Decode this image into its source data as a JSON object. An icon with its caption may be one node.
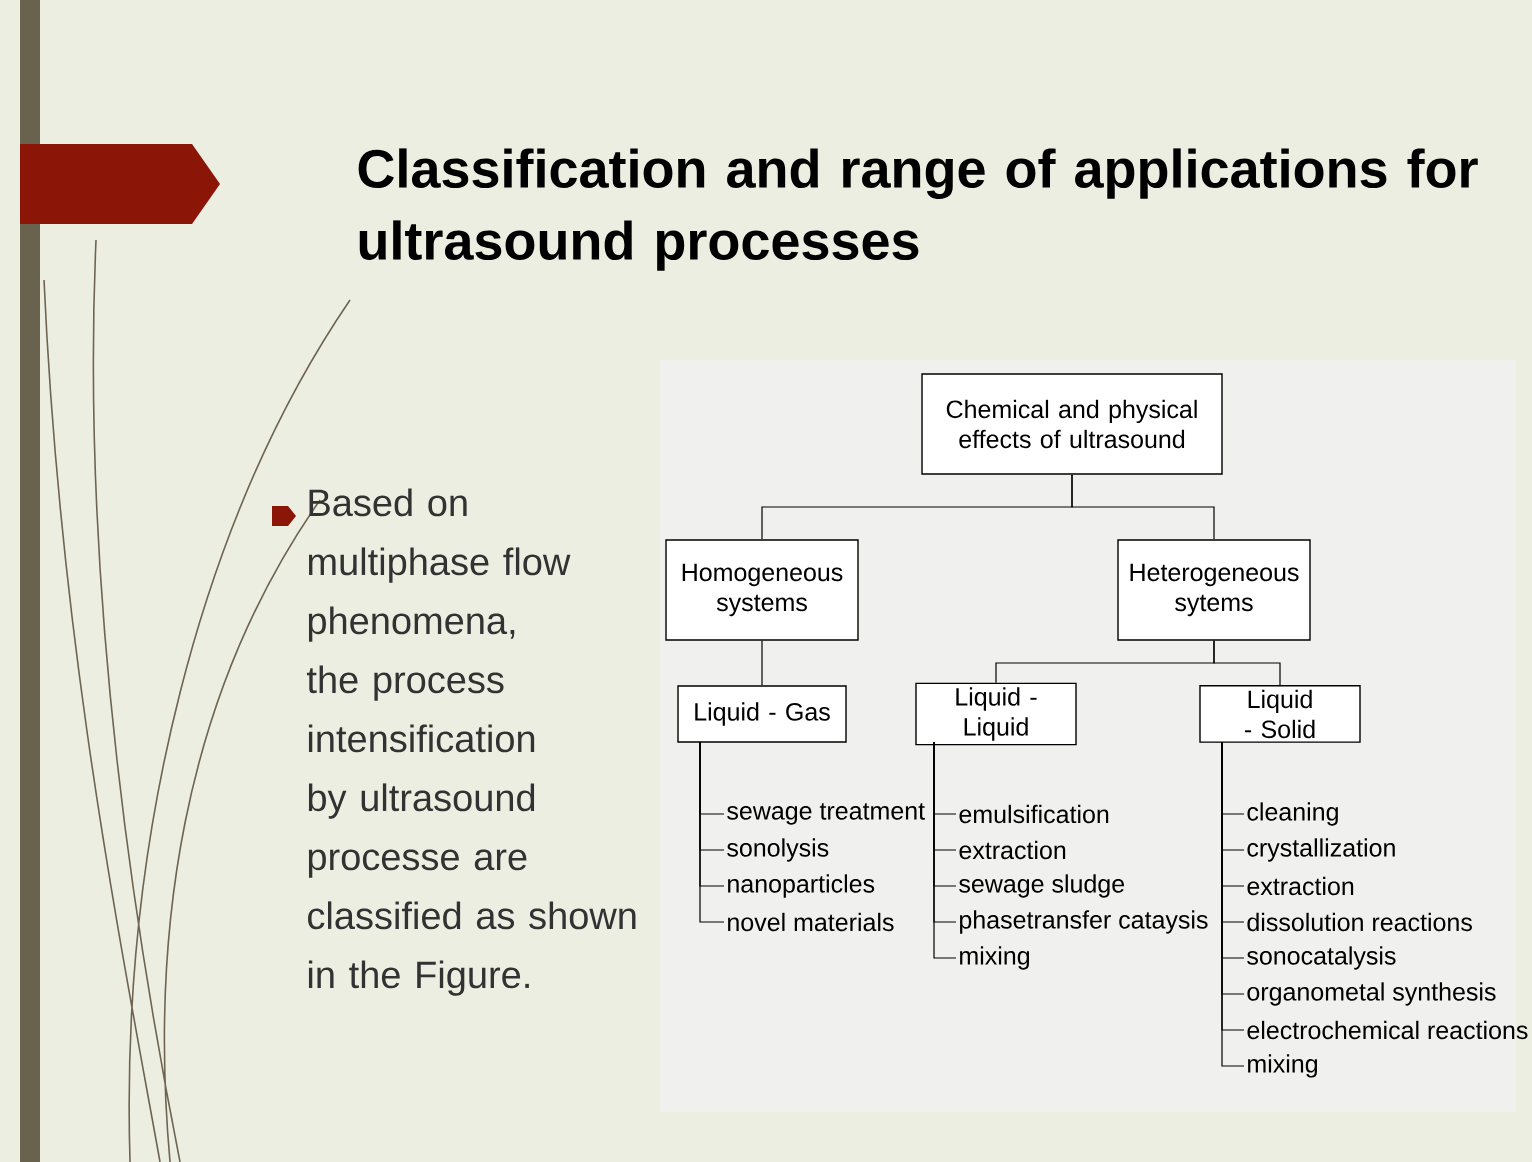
{
  "diagram": {
    "title": "Classification and range of applications for ultrasound processes",
    "nodes": [
      {
        "text": [
          "Chemical and physical effects of ultrasound"
        ]
      },
      {
        "text": [
          "Homogeneous systems"
        ]
      },
      {
        "text": [
          "Heterogeneous sytems"
        ]
      },
      {
        "text": [
          "Liquid - Gas"
        ]
      },
      {
        "text": [
          "Liquid - Liquid"
        ]
      },
      {
        "text": [
          "Liquid - Solid"
        ]
      },
      {
        "text": [
          "sewage treatment"
        ]
      },
      {
        "text": [
          "sonolysis"
        ]
      },
      {
        "text": [
          "nanoparticles"
        ]
      },
      {
        "text": [
          "novel materials"
        ]
      },
      {
        "text": [
          "emulsification"
        ]
      },
      {
        "text": [
          "extraction"
        ]
      },
      {
        "text": [
          "sewage sludge"
        ]
      },
      {
        "text": [
          "phasetransfer cataysis"
        ]
      },
      {
        "text": [
          "mixing"
        ]
      },
      {
        "text": [
          "cleaning"
        ]
      },
      {
        "text": [
          "crystallization"
        ]
      },
      {
        "text": [
          "extraction"
        ]
      },
      {
        "text": [
          "dissolution reactions"
        ]
      },
      {
        "text": [
          "sonocatalysis"
        ]
      },
      {
        "text": [
          "organometal synthesis"
        ]
      },
      {
        "text": [
          "electrochemical reactions"
        ]
      },
      {
        "text": [
          "mixing"
        ]
      }
    ],
    "edges": [
      {
        "from": 0,
        "to": 1,
        "arrow": "none"
      },
      {
        "from": 0,
        "to": 2,
        "arrow": "none"
      },
      {
        "from": 1,
        "to": 3,
        "arrow": "none"
      },
      {
        "from": 2,
        "to": 4,
        "arrow": "none"
      },
      {
        "from": 2,
        "to": 5,
        "arrow": "none"
      },
      {
        "from": 3,
        "to": 6,
        "arrow": "none"
      },
      {
        "from": 3,
        "to": 7,
        "arrow": "none"
      },
      {
        "from": 3,
        "to": 8,
        "arrow": "none"
      },
      {
        "from": 3,
        "to": 9,
        "arrow": "none"
      },
      {
        "from": 4,
        "to": 10,
        "arrow": "none"
      },
      {
        "from": 4,
        "to": 11,
        "arrow": "none"
      },
      {
        "from": 4,
        "to": 12,
        "arrow": "none"
      },
      {
        "from": 4,
        "to": 13,
        "arrow": "none"
      },
      {
        "from": 4,
        "to": 14,
        "arrow": "none"
      },
      {
        "from": 5,
        "to": 15,
        "arrow": "none"
      },
      {
        "from": 5,
        "to": 16,
        "arrow": "none"
      },
      {
        "from": 5,
        "to": 17,
        "arrow": "none"
      },
      {
        "from": 5,
        "to": 18,
        "arrow": "none"
      },
      {
        "from": 5,
        "to": 19,
        "arrow": "none"
      },
      {
        "from": 5,
        "to": 20,
        "arrow": "none"
      },
      {
        "from": 5,
        "to": 21,
        "arrow": "none"
      },
      {
        "from": 5,
        "to": 22,
        "arrow": "none"
      }
    ],
    "labels": [
      "Based on multiphase flow phenomena, the process intensification by ultrasound processe are classified as shown in the Figure."
    ]
  }
}
